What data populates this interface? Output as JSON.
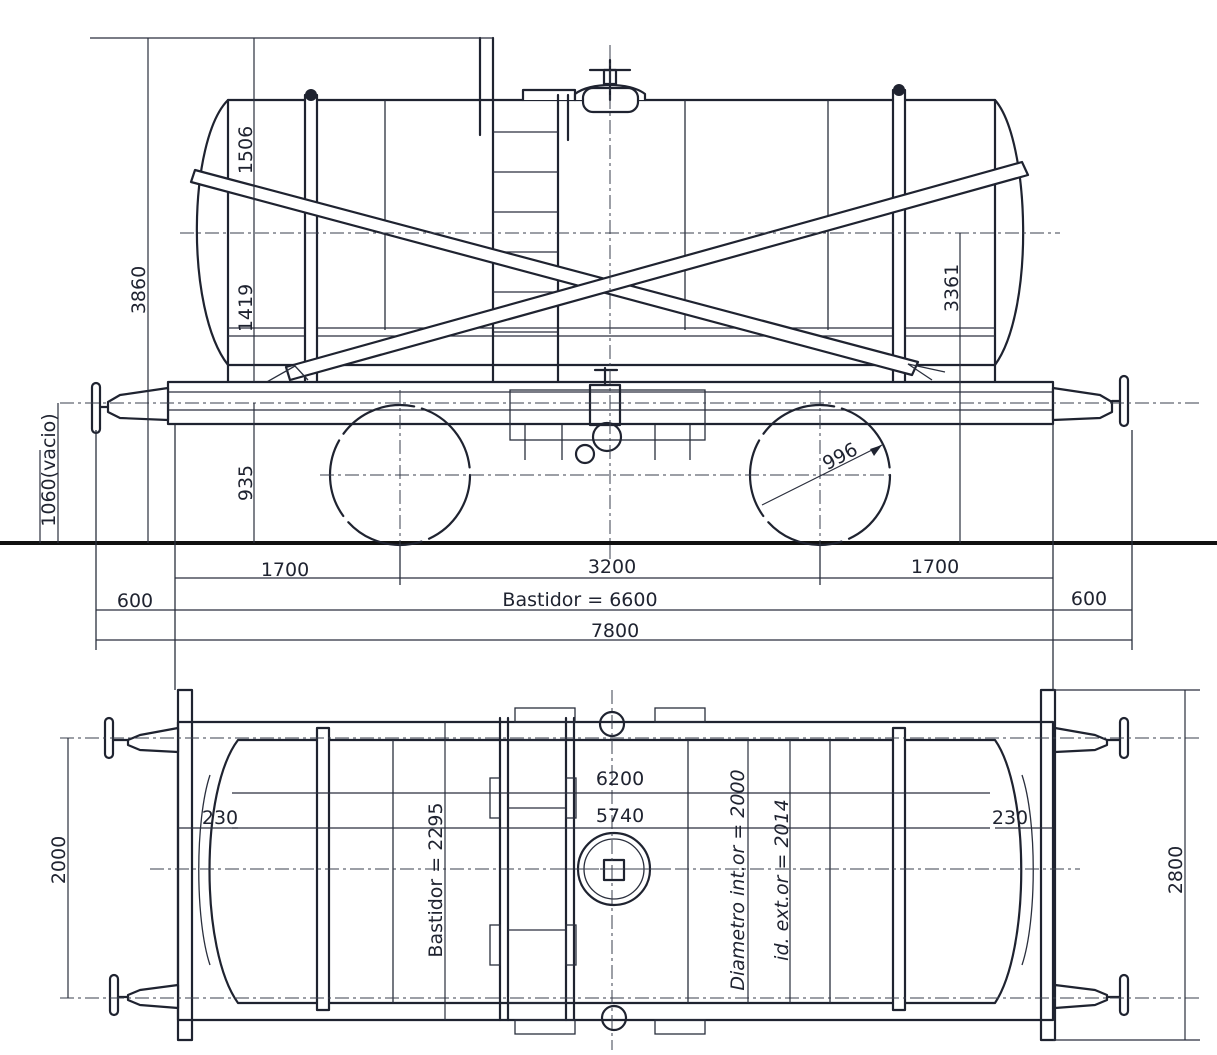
{
  "dimensions": {
    "d1506": "1506",
    "d3860": "3860",
    "d1419": "1419",
    "d3361": "3361",
    "d1060": "1060(vacio)",
    "d935": "935",
    "d996": "996",
    "d1700a": "1700",
    "d3200": "3200",
    "d1700b": "1700",
    "d600a": "600",
    "bastidor6600": "Bastidor = 6600",
    "d600b": "600",
    "d7800": "7800",
    "d6200": "6200",
    "d5740": "5740",
    "d230a": "230",
    "d230b": "230",
    "bastidor2295": "Bastidor = 2295",
    "diamInt": "Diametro int.or = 2000",
    "diamExt": "id.   ext.or = 2014",
    "d2000": "2000",
    "d2800": "2800"
  },
  "colors": {
    "ink": "#1f2330",
    "paper": "#ffffff"
  }
}
